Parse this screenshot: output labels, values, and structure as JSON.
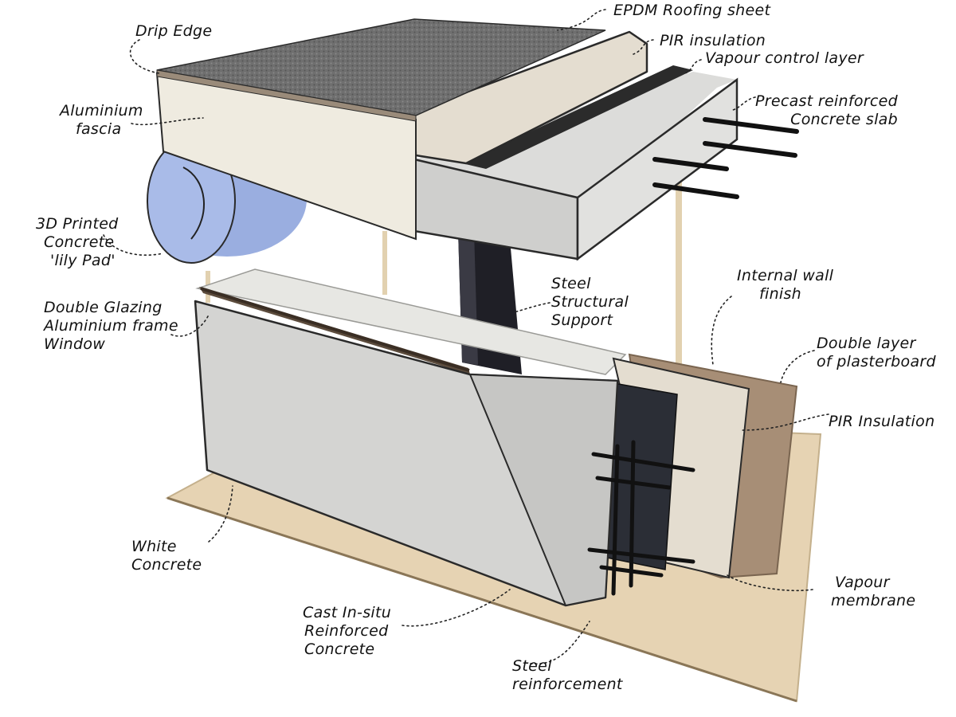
{
  "labels": {
    "drip_edge": "Drip Edge",
    "epdm": "EPDM Roofing sheet",
    "pir_top": "PIR insulation",
    "vapour_control": "Vapour control layer",
    "precast_1": "Precast reinforced",
    "precast_2": "Concrete slab",
    "fascia_1": "Aluminium",
    "fascia_2": "fascia",
    "lily_1": "3D Printed",
    "lily_2": "Concrete",
    "lily_3": "'lily Pad'",
    "glazing_1": "Double Glazing",
    "glazing_2": "Aluminium frame",
    "glazing_3": "Window",
    "steel_support_1": "Steel",
    "steel_support_2": "Structural",
    "steel_support_3": "Support",
    "internal_1": "Internal wall",
    "internal_2": "finish",
    "plaster_1": "Double layer",
    "plaster_2": "of plasterboard",
    "pir_wall": "PIR Insulation",
    "white_1": "White",
    "white_2": "Concrete",
    "vapour_mem_1": "Vapour",
    "vapour_mem_2": "membrane",
    "cast_1": "Cast In-situ",
    "cast_2": "Reinforced",
    "cast_3": "Concrete",
    "steel_rein_1": "Steel",
    "steel_rein_2": "reinforcement"
  },
  "colors": {
    "base_board": "#e6d3b3",
    "white_concrete": "#d4d4d2",
    "precast_slab": "#dcdcda",
    "fascia": "#efebe0",
    "roof_sheet": "#6f6f6f",
    "pir": "#e4ddd0",
    "vapour_layer": "#2b2b2b",
    "lily_pad": "#9aaee0",
    "steel": "#1f1f26",
    "plasterboard": "#a78e76",
    "leader": "#222222"
  }
}
